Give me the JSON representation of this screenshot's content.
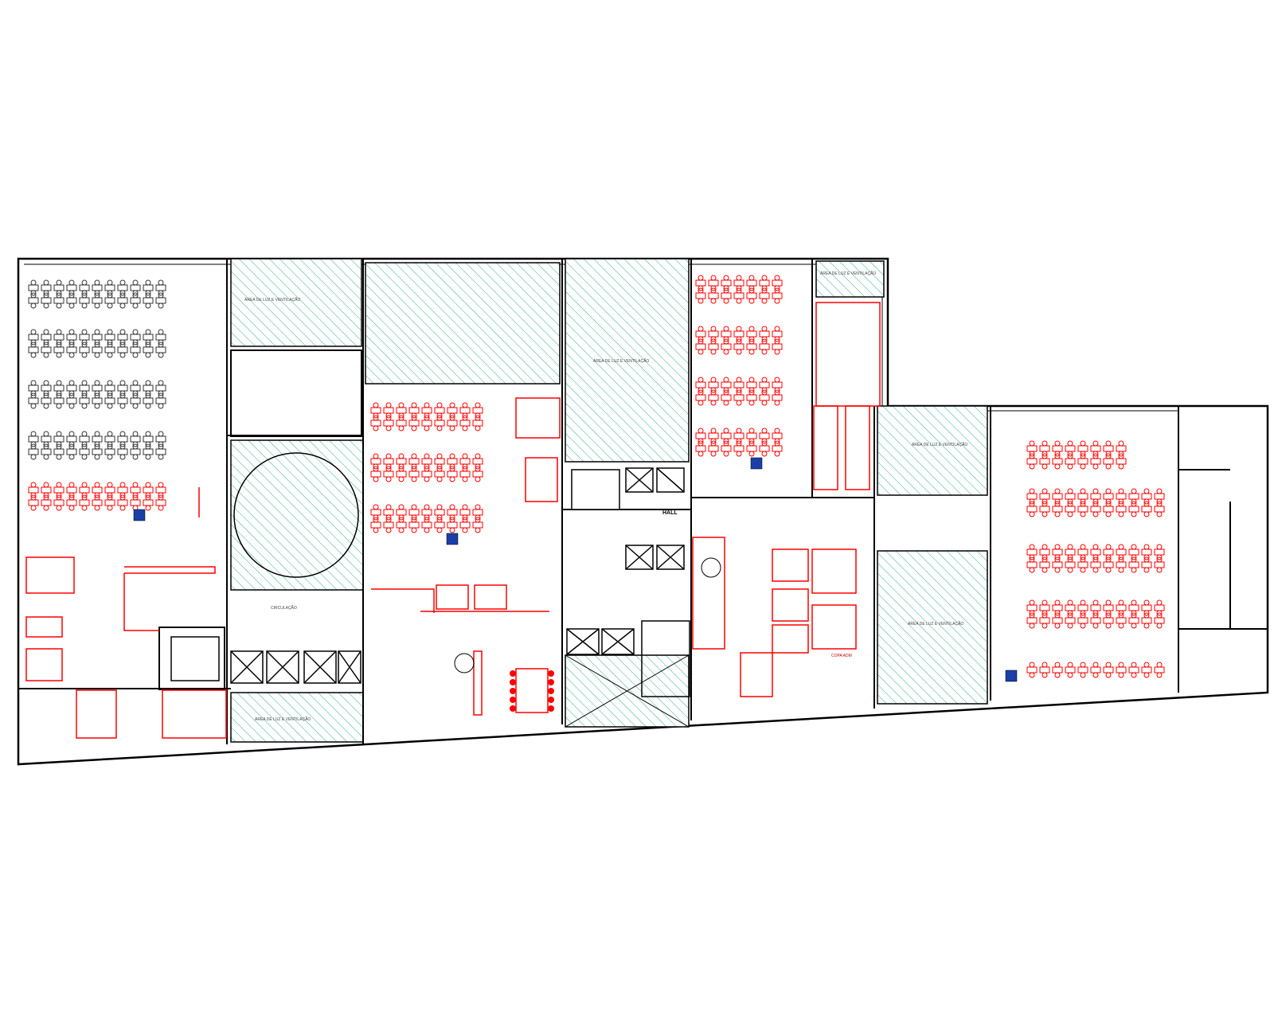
{
  "title": "",
  "labels": {
    "hall": "HALL",
    "copa_adm": "COPA ADM",
    "area_luz_ventilacao": "ÁREA DE LUZ E VENTILAÇÃO",
    "area_luz_ventilacao_2": "ÁREA DE LUZ E VENTILAÇÃO",
    "area_luz_ventilacao_3": "ÁREA DE LUZ E VENTILAÇÃO",
    "area_luz_ventilacao_4": "ÁREA DE LUZ E VENTILAÇÃO",
    "area_luz_ventilacao_5": "ÁREA DE LUZ E VENTILAÇÃO",
    "area_luz_ventilacao_6": "ÁREA DE LUZ E VENTILAÇÃO",
    "circulacao": "CIRCULAÇÃO"
  },
  "colors": {
    "wall": "#000000",
    "furniture": "#ff0000",
    "hatch": "#2fae8f",
    "existing_desks": "#333333",
    "accessible_symbol": "#1b3fa8"
  },
  "icons": [
    "accessible-wc-icon",
    "accessible-wc-icon",
    "accessible-wc-icon",
    "accessible-wc-icon",
    "accessible-wc-icon"
  ]
}
